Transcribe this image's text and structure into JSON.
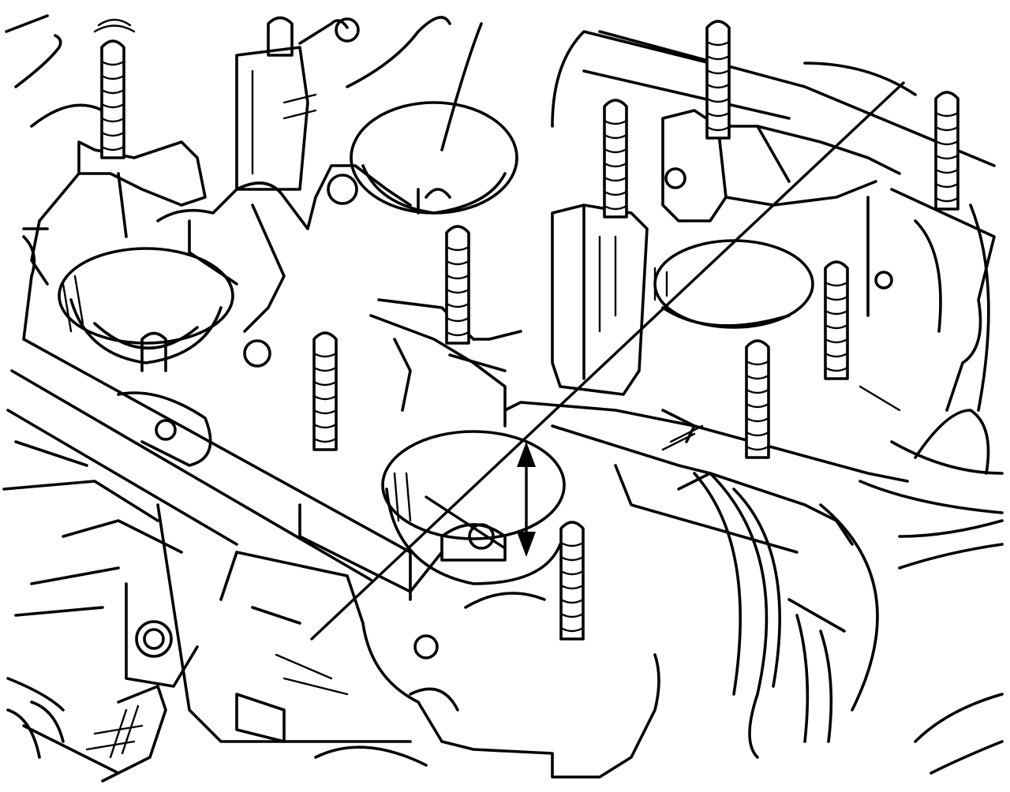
{
  "diagram": {
    "description_visible_text": "",
    "colors": {
      "ink": "#000000",
      "paper": "#ffffff"
    },
    "studs": [
      {
        "id": "stud-1"
      },
      {
        "id": "stud-2"
      },
      {
        "id": "stud-3"
      },
      {
        "id": "stud-4"
      },
      {
        "id": "stud-5"
      },
      {
        "id": "stud-6"
      },
      {
        "id": "stud-7"
      },
      {
        "id": "stud-8"
      },
      {
        "id": "stud-9"
      },
      {
        "id": "stud-10"
      }
    ],
    "icons": [
      "double-arrow-icon",
      "straightedge-line"
    ]
  }
}
